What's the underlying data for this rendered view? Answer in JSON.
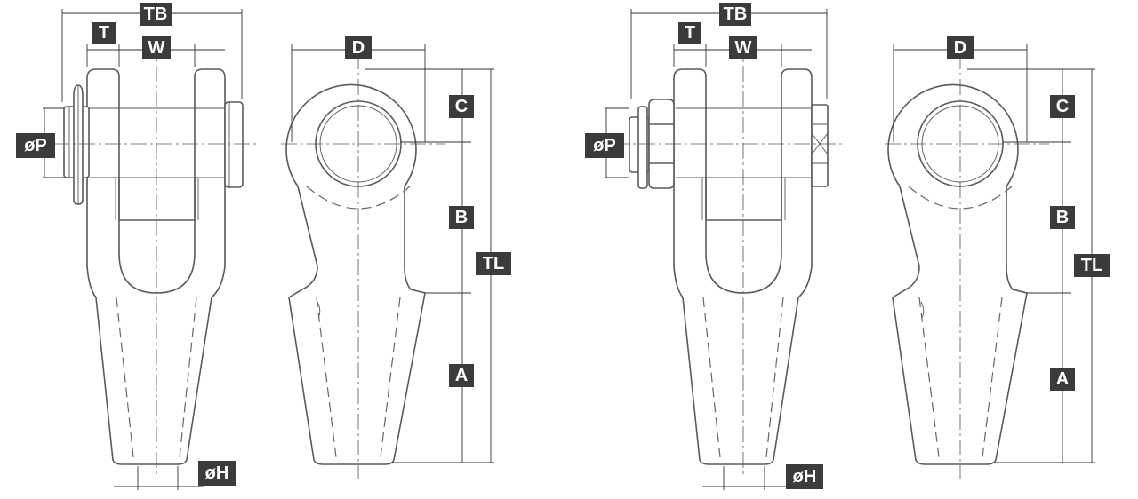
{
  "labels": {
    "TB": "TB",
    "T": "T",
    "W": "W",
    "P": "øP",
    "H": "øH",
    "D": "D",
    "C": "C",
    "B": "B",
    "A": "A",
    "TL": "TL"
  },
  "views": [
    {
      "id": "pin-type",
      "side": "side",
      "pin": "cotter"
    },
    {
      "id": "pin-type",
      "side": "front"
    },
    {
      "id": "bolt-type",
      "side": "side",
      "pin": "nut-bolt"
    },
    {
      "id": "bolt-type",
      "side": "front"
    }
  ]
}
